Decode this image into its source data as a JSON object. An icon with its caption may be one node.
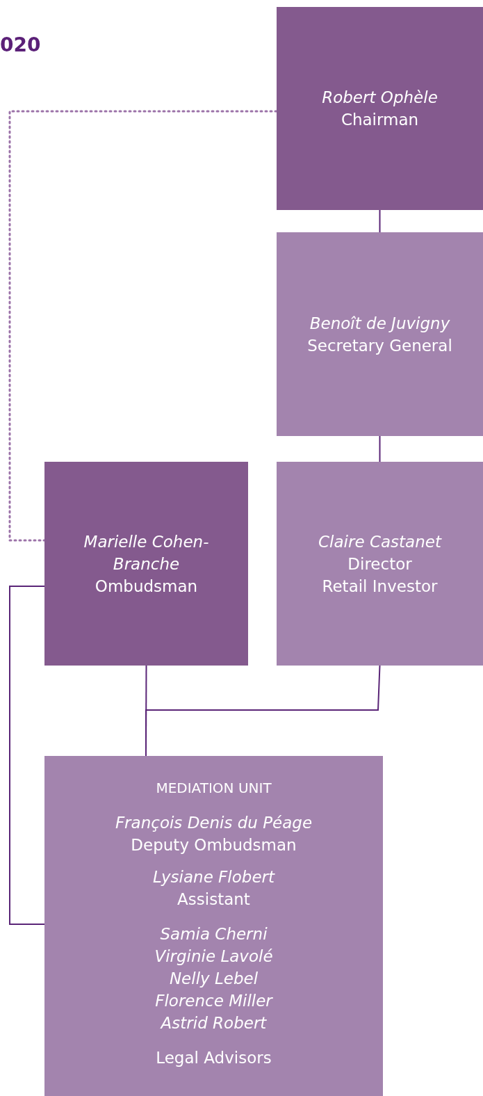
{
  "diagram": {
    "title": "020",
    "nodes": [
      {
        "text": [
          "Robert Ophèle",
          "Chairman"
        ]
      },
      {
        "text": [
          "Benoît de Juvigny",
          "Secretary General"
        ]
      },
      {
        "text": [
          "Marielle Cohen-Branche",
          "Ombudsman"
        ]
      },
      {
        "text": [
          "Claire Castanet",
          "Director",
          "Retail Investor"
        ]
      },
      {
        "text": [
          "MEDIATION UNIT",
          "François Denis du Péage",
          "Deputy Ombudsman",
          "Lysiane Flobert",
          "Assistant",
          "Samia Cherni",
          "Virginie Lavolé",
          "Nelly Lebel",
          "Florence Miller",
          "Astrid Robert",
          "Legal Advisors"
        ]
      }
    ],
    "edges": [
      {
        "from": 0,
        "to": 1,
        "arrow": "none"
      },
      {
        "from": 1,
        "to": 3,
        "arrow": "none"
      },
      {
        "from": 0,
        "to": 2,
        "arrow": "none",
        "style": "dashed",
        "color": "#9b72a8"
      },
      {
        "from": 2,
        "to": 4,
        "arrow": "none"
      },
      {
        "from": 3,
        "to": 4,
        "arrow": "none"
      },
      {
        "from": 2,
        "to": 4,
        "arrow": "none"
      }
    ]
  }
}
